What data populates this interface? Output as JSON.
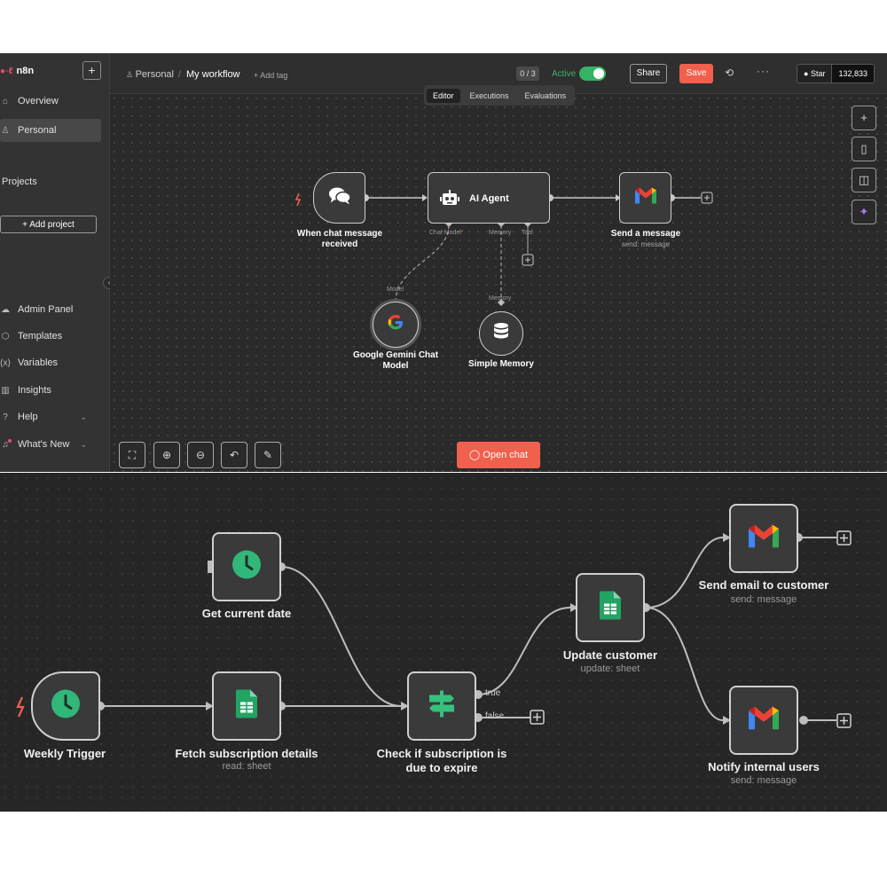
{
  "app": {
    "logo_text": "n8n"
  },
  "sidebar": {
    "items": [
      {
        "label": "Overview",
        "icon": "home-icon"
      },
      {
        "label": "Personal",
        "icon": "user-icon"
      }
    ],
    "projects_label": "Projects",
    "add_project": "+  Add project",
    "bottom_items": [
      {
        "label": "Admin Panel",
        "icon": "cloud-icon"
      },
      {
        "label": "Templates",
        "icon": "box-icon"
      },
      {
        "label": "Variables",
        "icon": "variable-icon"
      },
      {
        "label": "Insights",
        "icon": "chart-icon"
      },
      {
        "label": "Help",
        "icon": "help-icon"
      },
      {
        "label": "What's New",
        "icon": "bell-icon"
      }
    ]
  },
  "header": {
    "breadcrumb_project": "Personal",
    "breadcrumb_separator": "/",
    "workflow_name": "My workflow",
    "add_tag": "+ Add tag",
    "counter": "0 / 3",
    "active_label": "Active",
    "share": "Share",
    "save": "Save",
    "github_star": "Star",
    "github_count": "132,833"
  },
  "tabs": [
    "Editor",
    "Executions",
    "Evaluations"
  ],
  "workflow1": {
    "nodes": {
      "trigger": "When chat message received",
      "agent": "AI Agent",
      "gmail": "Send a message",
      "gmail_sub": "send: message",
      "gemini": "Google Gemini Chat Model",
      "memory": "Simple Memory"
    },
    "ports": {
      "chat_model": "Chat Model",
      "memory": "Memory",
      "tool": "Tool",
      "model_in": "Model",
      "memory_in": "Memory"
    }
  },
  "canvas_controls": {
    "open_chat": "Open chat"
  },
  "workflow2": {
    "nodes": {
      "get_date": "Get current date",
      "weekly": "Weekly Trigger",
      "fetch": "Fetch subscription details",
      "fetch_sub": "read: sheet",
      "check": "Check if subscription is due to expire",
      "update": "Update customer",
      "update_sub": "update: sheet",
      "send_email": "Send email to customer",
      "send_email_sub": "send: message",
      "notify": "Notify internal users",
      "notify_sub": "send: message"
    },
    "ports": {
      "true": "true",
      "false": "false"
    }
  },
  "colors": {
    "accent": "#f0604d",
    "active_green": "#35b463",
    "brand": "#ea4b71"
  }
}
